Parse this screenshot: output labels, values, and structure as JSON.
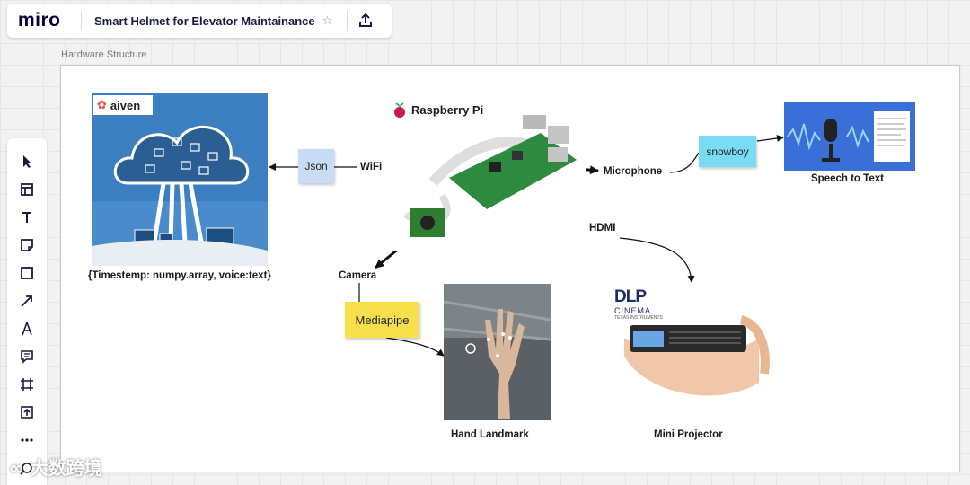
{
  "app": {
    "logo": "miro",
    "board_title": "Smart Helmet for Elevator Maintainance"
  },
  "frame": {
    "title": "Hardware Structure"
  },
  "toolbar": {
    "tools": [
      "select-cursor-icon",
      "templates-icon",
      "text-icon",
      "sticky-note-icon",
      "shape-icon",
      "arrow-line-icon",
      "pen-icon",
      "comment-icon",
      "frame-icon",
      "upload-icon",
      "more-icon",
      "apps-icon"
    ]
  },
  "diagram": {
    "aiven_logo": "aiven",
    "aiven_caption": "{Timestemp: numpy.array, voice:text}",
    "raspberry_title": "Raspberry Pi",
    "json_note": "Json",
    "wifi_label": "WiFi",
    "microphone_label": "Microphone",
    "snowboy_note": "snowboy",
    "speech_caption": "Speech to Text",
    "hdmi_label": "HDMI",
    "camera_label": "Camera",
    "mediapipe_note": "Mediapipe",
    "hand_caption": "Hand Landmark",
    "dlp_logo": "DLP",
    "dlp_sub": "CINEMA",
    "dlp_sub2": "TEXAS INSTRUMENTS",
    "projector_caption": "Mini Projector"
  },
  "colors": {
    "json_note": "#c9dcf6",
    "snowboy_note": "#79dbf4",
    "mediapipe_note": "#f7e04b",
    "aiven_bg": "#3c7fc0",
    "speech_bg": "#3a6fd8"
  },
  "watermark": "大数跨境"
}
